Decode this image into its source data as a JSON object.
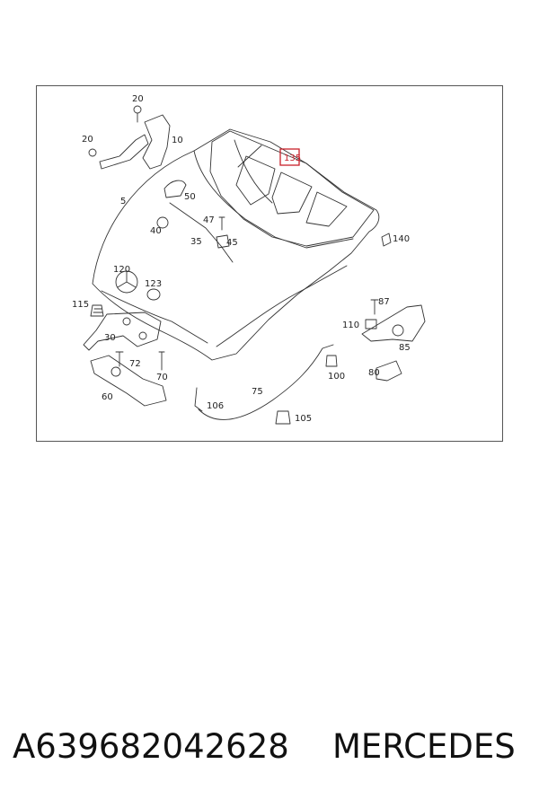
{
  "diagram": {
    "highlight_color": "#c8202a",
    "highlighted_callout": "135",
    "callouts": {
      "c20a": "20",
      "c20b": "20",
      "c10": "10",
      "c5": "5",
      "c50": "50",
      "c135": "135",
      "c47": "47",
      "c40": "40",
      "c45": "45",
      "c35": "35",
      "c140": "140",
      "c120": "120",
      "c123": "123",
      "c115": "115",
      "c87": "87",
      "c30": "30",
      "c110": "110",
      "c85": "85",
      "c72": "72",
      "c100": "100",
      "c80": "80",
      "c70": "70",
      "c60": "60",
      "c75": "75",
      "c106": "106",
      "c105": "105"
    }
  },
  "caption": {
    "part_number": "A639682042628",
    "brand": "MERCEDES"
  }
}
